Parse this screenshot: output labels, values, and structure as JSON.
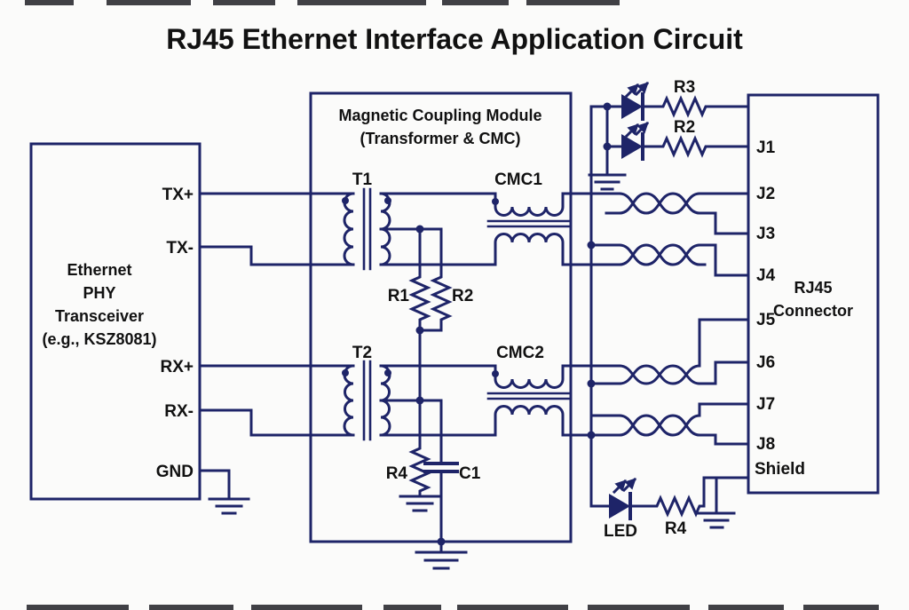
{
  "title": "RJ45 Ethernet Interface Application Circuit",
  "colors": {
    "wire": "#1e2468",
    "text": "#111111",
    "background": "#fbfbfa"
  },
  "phy": {
    "name_lines": [
      "Ethernet",
      "PHY",
      "Transceiver",
      "(e.g., KSZ8081)"
    ],
    "pins": {
      "tx_plus": "TX+",
      "tx_minus": "TX-",
      "rx_plus": "RX+",
      "rx_minus": "RX-",
      "gnd": "GND"
    }
  },
  "magnetic": {
    "title_lines": [
      "Magnetic Coupling Module",
      "(Transformer & CMC)"
    ],
    "labels": {
      "t1": "T1",
      "cmc1": "CMC1",
      "t2": "T2",
      "cmc2": "CMC2",
      "r1": "R1",
      "r2": "R2",
      "r4": "R4",
      "c1": "C1"
    }
  },
  "rj45": {
    "name_lines": [
      "RJ45",
      "Connector"
    ],
    "pins": [
      "J1",
      "J2",
      "J3",
      "J4",
      "J5",
      "J6",
      "J7",
      "J8"
    ],
    "shield": "Shield"
  },
  "led_top": {
    "r3": "R3",
    "r2": "R2"
  },
  "led_bottom": {
    "led": "LED",
    "r4": "R4"
  }
}
